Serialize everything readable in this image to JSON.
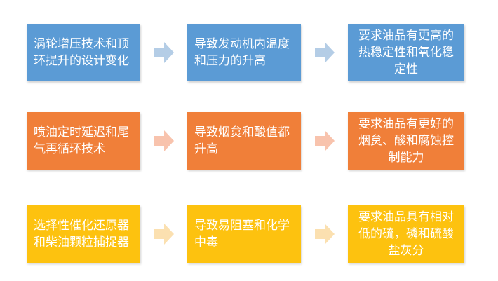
{
  "rows": [
    {
      "color": "#5b9bd5",
      "arrow_color": "#b4cde6",
      "cause": "涡轮增压技术和顶环提升的设计变化",
      "effect": "导致发动机内温度和压力的升高",
      "requirement": "要求油品有更高的热稳定性和氧化稳定性"
    },
    {
      "color": "#f07f39",
      "arrow_color": "#f8c3ad",
      "cause": "喷油定时延迟和尾气再循环技术",
      "effect": "导致烟炱和酸值都升高",
      "requirement": "要求油品有更好的烟炱、酸和腐蚀控制能力"
    },
    {
      "color": "#fdc20f",
      "arrow_color": "#fbe0b0",
      "cause": "选择性催化还原器和柴油颗粒捕捉器",
      "effect": "导致易阻塞和化学中毒",
      "requirement": "要求油品具有相对低的硫，磷和硫酸盐灰分"
    }
  ]
}
